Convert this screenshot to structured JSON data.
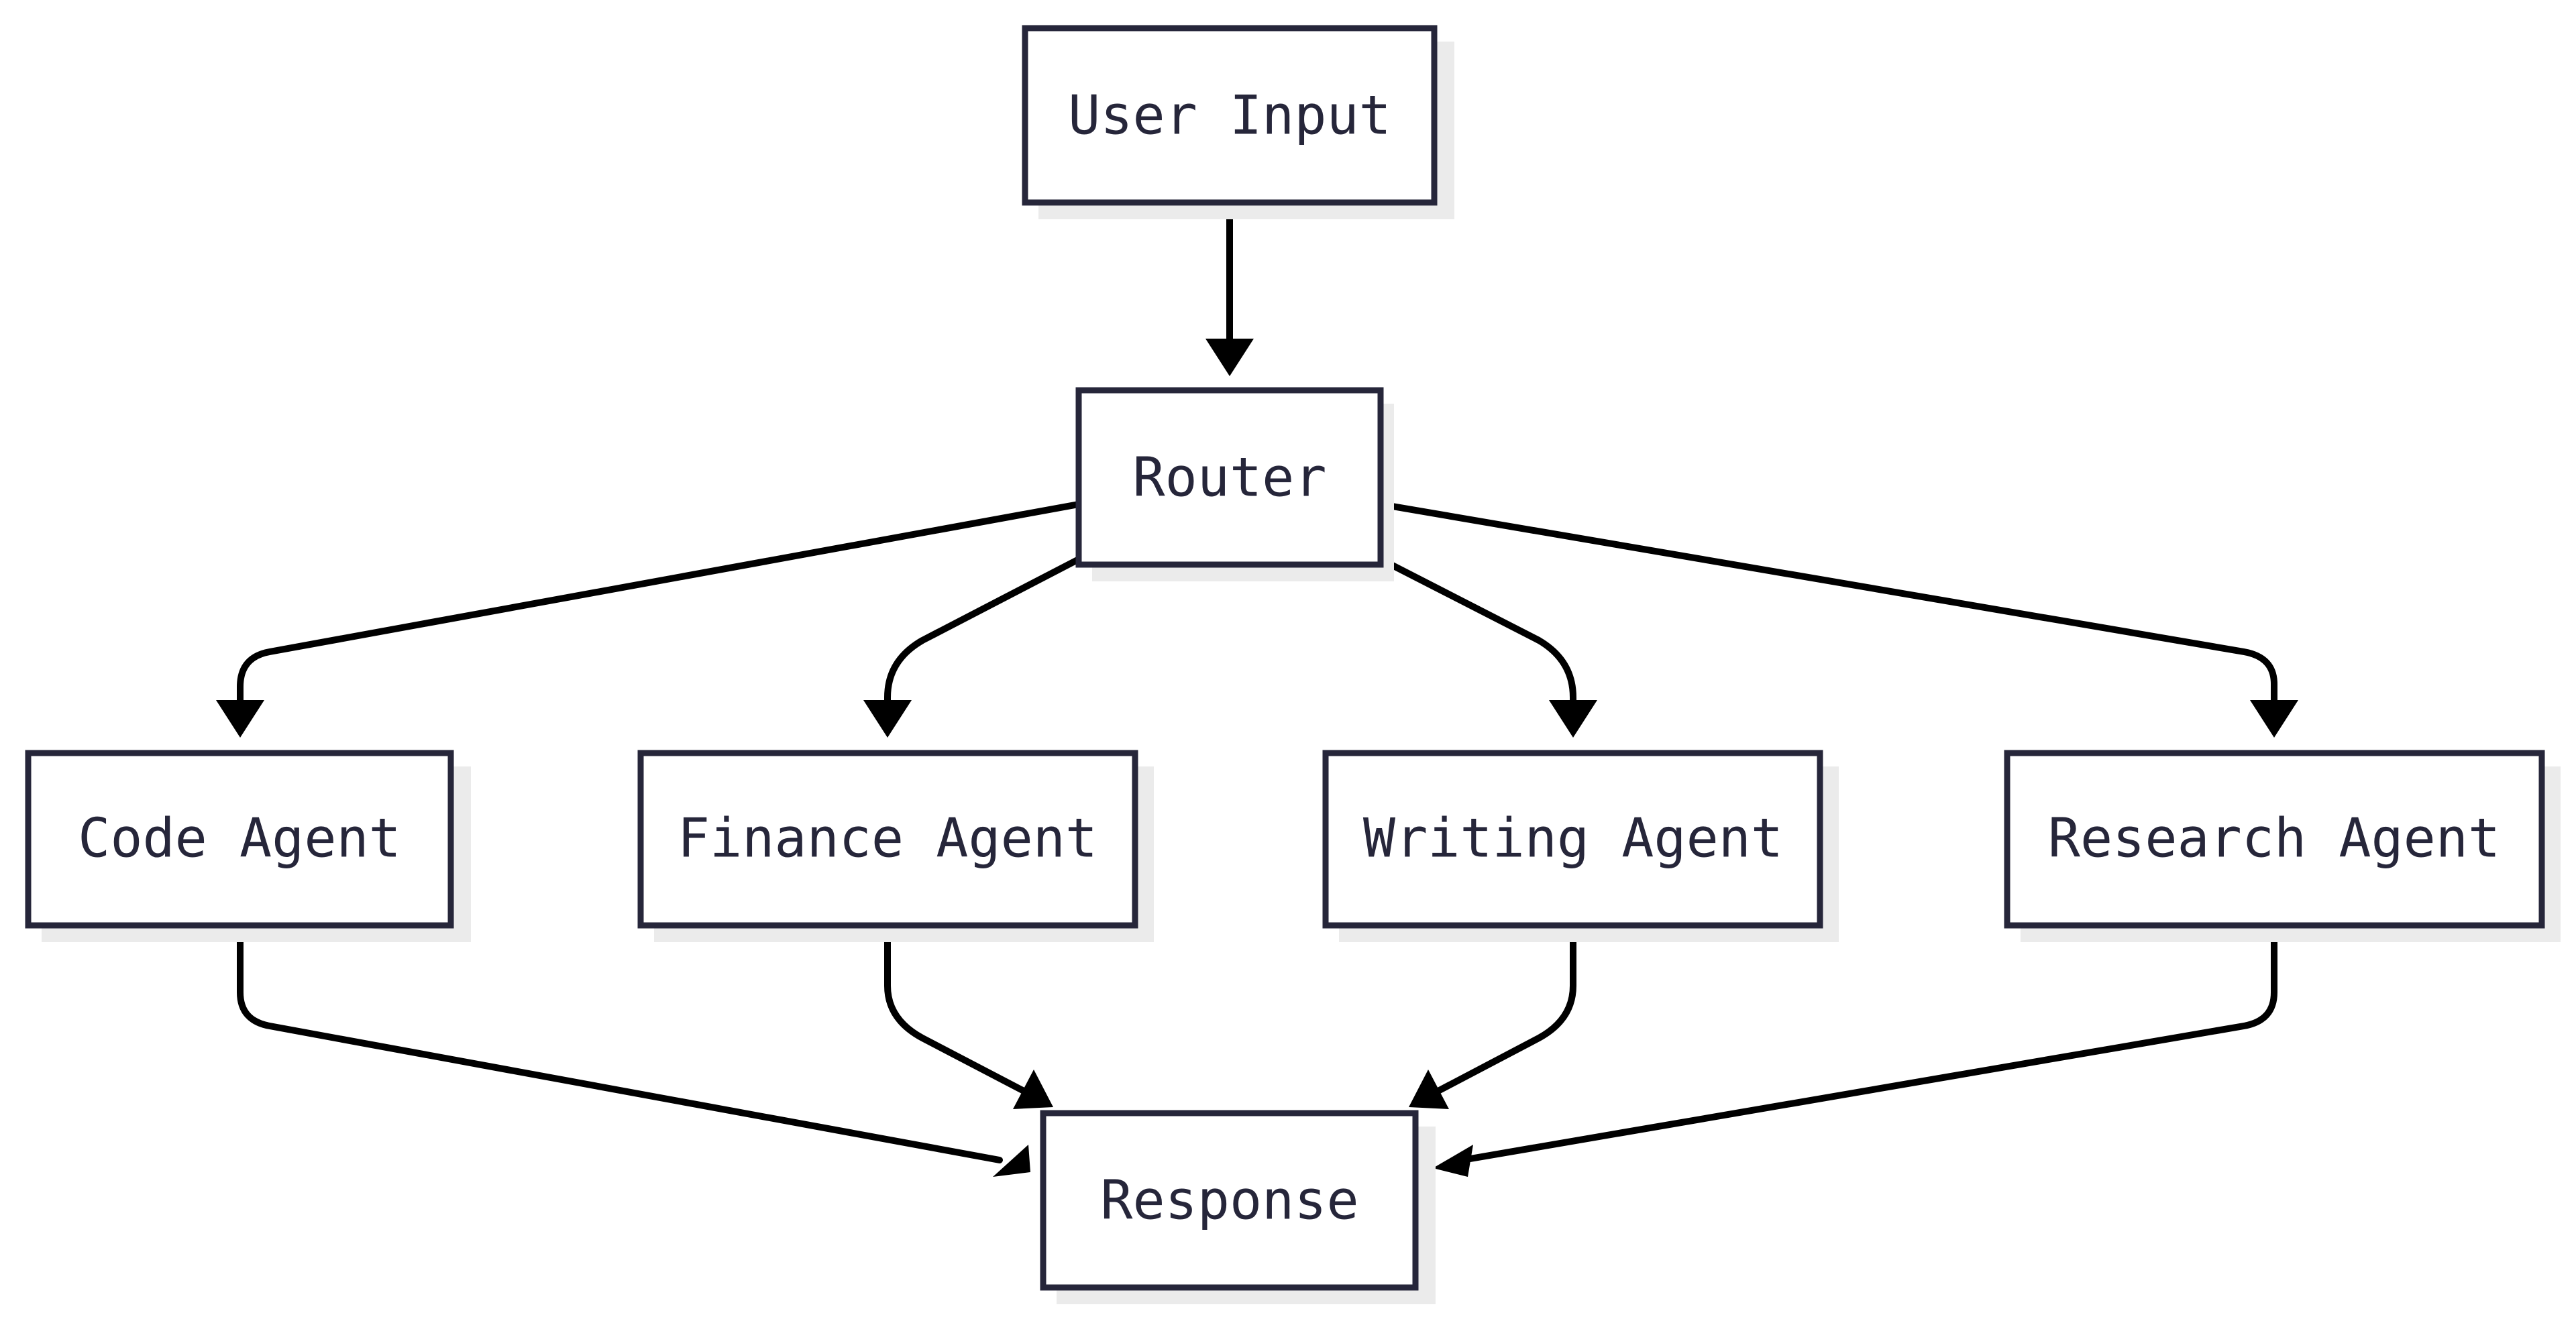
{
  "nodes": {
    "user_input": "User Input",
    "router": "Router",
    "code_agent": "Code Agent",
    "finance_agent": "Finance Agent",
    "writing_agent": "Writing Agent",
    "research_agent": "Research Agent",
    "response": "Response"
  },
  "edges": [
    {
      "from": "User Input",
      "to": "Router"
    },
    {
      "from": "Router",
      "to": "Code Agent"
    },
    {
      "from": "Router",
      "to": "Finance Agent"
    },
    {
      "from": "Router",
      "to": "Writing Agent"
    },
    {
      "from": "Router",
      "to": "Research Agent"
    },
    {
      "from": "Code Agent",
      "to": "Response"
    },
    {
      "from": "Finance Agent",
      "to": "Response"
    },
    {
      "from": "Writing Agent",
      "to": "Response"
    },
    {
      "from": "Research Agent",
      "to": "Response"
    }
  ],
  "colors": {
    "node_border": "#26263a",
    "node_text": "#26263a",
    "edge": "#000000",
    "shadow": "#ebebeb"
  }
}
